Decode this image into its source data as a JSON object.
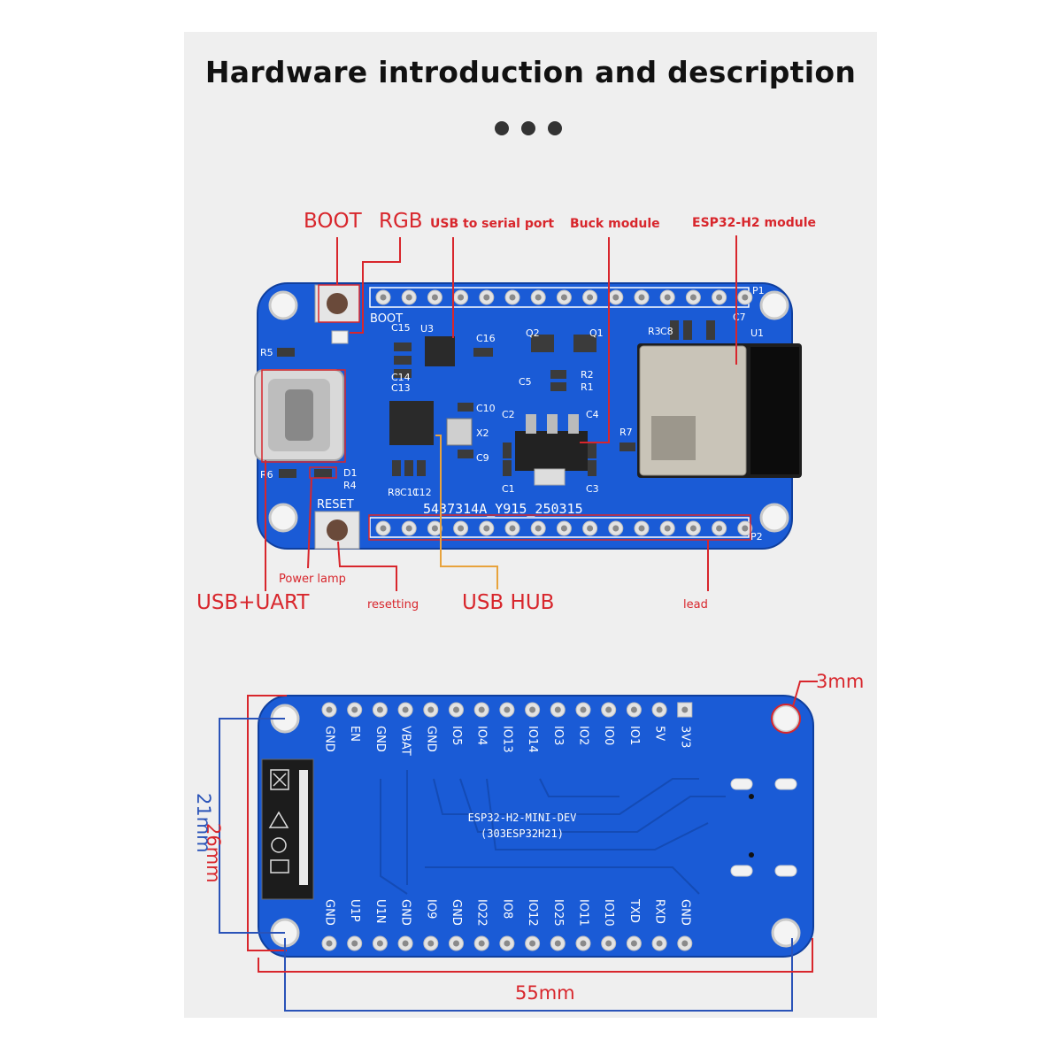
{
  "title": "Hardware introduction and description",
  "labels": {
    "boot": "BOOT",
    "rgb": "RGB",
    "usb_serial": "USB to serial port",
    "buck": "Buck module",
    "esp_module": "ESP32-H2 module",
    "usb_uart": "USB+UART",
    "power_lamp": "Power lamp",
    "resetting": "resetting",
    "usb_hub": "USB HUB",
    "lead": "lead"
  },
  "silkscreen": {
    "boot": "BOOT",
    "reset": "RESET",
    "p1": "P1",
    "p2": "P2",
    "serial": "5437314A_Y915_250315",
    "board_name": "ESP32-H2-MINI-DEV",
    "board_code": "(303ESP32H21)",
    "components": [
      "U3",
      "C16",
      "C15",
      "C14",
      "C13",
      "Q2",
      "Q1",
      "C5",
      "R2",
      "R1",
      "C10",
      "X2",
      "C9",
      "C2",
      "C4",
      "R7",
      "C1",
      "C3",
      "D1",
      "R4",
      "R5",
      "R6",
      "R8",
      "C11",
      "C12",
      "R3",
      "C8",
      "C7",
      "U1"
    ]
  },
  "top_pins": [
    "GND",
    "EN",
    "GND",
    "VBAT",
    "GND",
    "IO5",
    "IO4",
    "IO13",
    "IO14",
    "IO3",
    "IO2",
    "IO0",
    "IO1",
    "5V",
    "3V3"
  ],
  "bottom_pins": [
    "GND",
    "U1P",
    "U1N",
    "GND",
    "IO9",
    "GND",
    "IO22",
    "IO8",
    "IO12",
    "IO25",
    "IO11",
    "IO10",
    "TXD",
    "RXD",
    "GND"
  ],
  "dimensions": {
    "hole": "3mm",
    "height_outer": "26mm",
    "height_inner": "21mm",
    "width": "55mm"
  },
  "colors": {
    "pcb": "#1a5bd6",
    "callout": "#d8262c",
    "hub_line": "#e8a33c",
    "dim_blue": "#2a53b8"
  }
}
